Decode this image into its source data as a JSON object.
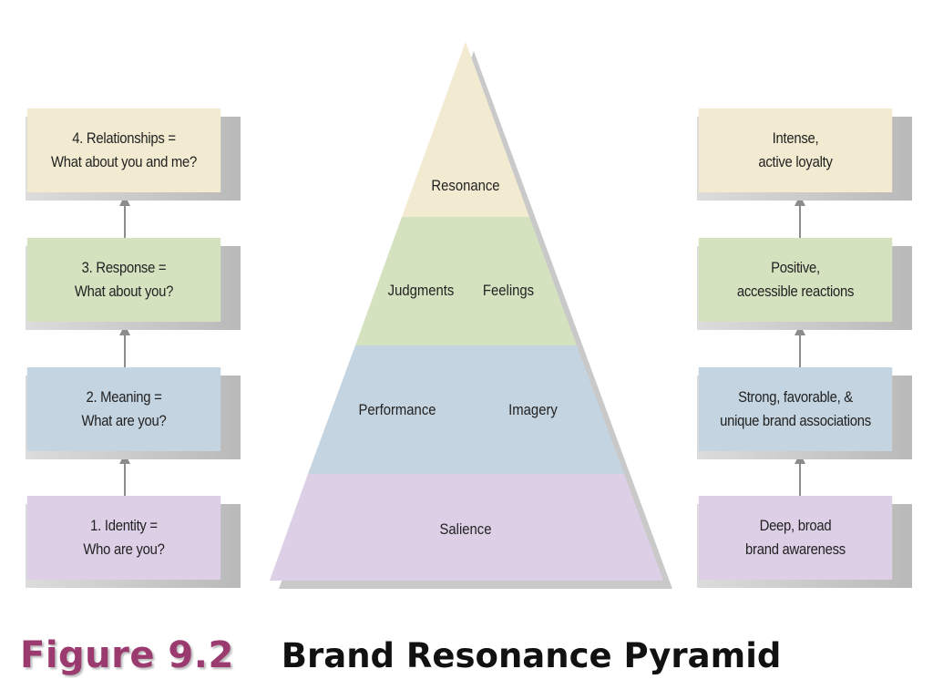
{
  "colors": {
    "resonance": "#f2ebd1",
    "response": "#d5e2c0",
    "meaning": "#c4d4e0",
    "identity": "#ddd0e6",
    "arrow": "#8c8c8c",
    "figure_number": "#9b3a6e"
  },
  "left_boxes": [
    {
      "text": "4. Relationships =\nWhat about you and me?",
      "color": "#f2ebd1"
    },
    {
      "text": "3. Response =\nWhat about you?",
      "color": "#d5e2c0"
    },
    {
      "text": "2. Meaning =\nWhat are you?",
      "color": "#c4d4e0"
    },
    {
      "text": "1. Identity =\nWho are you?",
      "color": "#ddd0e6"
    }
  ],
  "right_boxes": [
    {
      "text": "Intense,\nactive loyalty",
      "color": "#f2ebd1"
    },
    {
      "text": "Positive,\naccessible reactions",
      "color": "#d5e2c0"
    },
    {
      "text": "Strong, favorable, &\nunique brand associations",
      "color": "#c4d4e0"
    },
    {
      "text": "Deep, broad\nbrand awareness",
      "color": "#ddd0e6"
    }
  ],
  "pyramid": {
    "resonance": "Resonance",
    "judgments": "Judgments",
    "feelings": "Feelings",
    "performance": "Performance",
    "imagery": "Imagery",
    "salience": "Salience"
  },
  "caption": {
    "figure_number": "Figure 9.2",
    "title": "Brand Resonance Pyramid"
  }
}
